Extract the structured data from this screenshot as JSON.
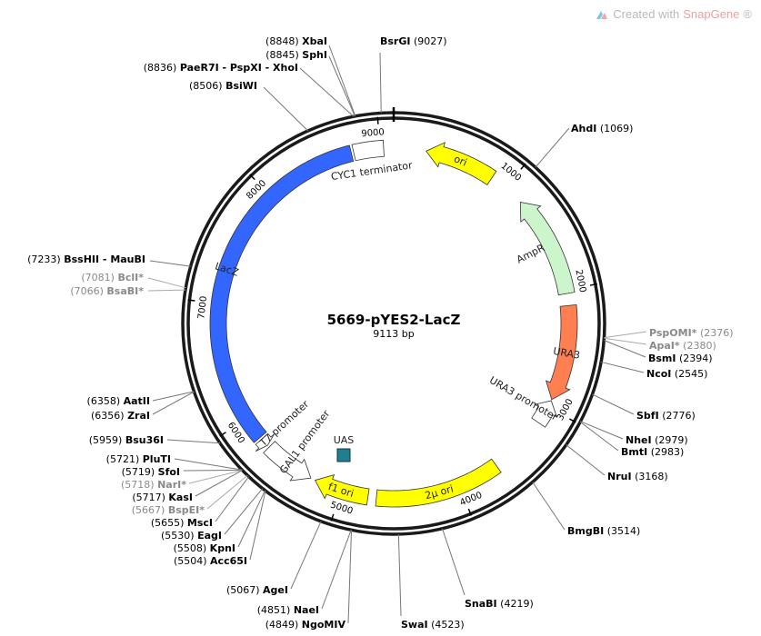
{
  "watermark": {
    "text": "Created with ",
    "brand": "SnapGene",
    "mark": "®"
  },
  "plasmid": {
    "name": "5669-pYES2-LacZ",
    "length_label": "9113 bp",
    "length_bp": 9113
  },
  "ticks": [
    {
      "bp": 1000,
      "label": "1000"
    },
    {
      "bp": 2000,
      "label": "2000"
    },
    {
      "bp": 3000,
      "label": "3000"
    },
    {
      "bp": 4000,
      "label": "4000"
    },
    {
      "bp": 5000,
      "label": "5000"
    },
    {
      "bp": 6000,
      "label": "6000"
    },
    {
      "bp": 7000,
      "label": "7000"
    },
    {
      "bp": 8000,
      "label": "8000"
    },
    {
      "bp": 9000,
      "label": "9000"
    }
  ],
  "features": [
    {
      "name": "ori",
      "start": 270,
      "end": 860,
      "dir": -1,
      "color": "#ffff00",
      "label_inside": true
    },
    {
      "name": "AmpR",
      "start": 1170,
      "end": 2030,
      "dir": -1,
      "color": "#ccf5cc",
      "label_inside": false
    },
    {
      "name": "URA3",
      "start": 2130,
      "end": 2930,
      "dir": 1,
      "color": "#ff7f50",
      "label_inside": true
    },
    {
      "name": "URA3 promoter",
      "start": 2940,
      "end": 3150,
      "dir": -1,
      "color": "#ffffff",
      "label_inside": false
    },
    {
      "name": "2μ ori",
      "start": 3650,
      "end": 4700,
      "dir": 0,
      "color": "#ffff00",
      "label_inside": true
    },
    {
      "name": "f1 ori",
      "start": 4770,
      "end": 5230,
      "dir": 1,
      "color": "#ffff00",
      "label_inside": true
    },
    {
      "name": "GAL1 promoter",
      "start": 5270,
      "end": 5700,
      "dir": -1,
      "color": "#ffffff",
      "label_inside": false
    },
    {
      "name": "T7 promoter",
      "start": 5720,
      "end": 5790,
      "dir": -1,
      "color": "#ffffff",
      "label_inside": false
    },
    {
      "name": "LacZ",
      "start": 5810,
      "end": 8760,
      "dir": 0,
      "color": "#3366ff",
      "label_inside": true
    },
    {
      "name": "CYC1 terminator",
      "start": 8780,
      "end": 9030,
      "dir": 0,
      "color": "#ffffff",
      "label_inside": false
    }
  ],
  "uas": {
    "name": "UAS",
    "color": "#1f7f8f"
  },
  "sites": [
    {
      "name": "BsrGI",
      "pos": "9027"
    },
    {
      "name": "XbaI",
      "pos": "8848"
    },
    {
      "name": "SphI",
      "pos": "8845"
    },
    {
      "name": "PaeR7I - PspXI - XhoI",
      "pos": "8836"
    },
    {
      "name": "BsiWI",
      "pos": "8506"
    },
    {
      "name": "BssHII - MauBI",
      "pos": "7233"
    },
    {
      "name": "BclI*",
      "pos": "7081"
    },
    {
      "name": "BsaBI*",
      "pos": "7066"
    },
    {
      "name": "AatII",
      "pos": "6358"
    },
    {
      "name": "ZraI",
      "pos": "6356"
    },
    {
      "name": "Bsu36I",
      "pos": "5959"
    },
    {
      "name": "PluTI",
      "pos": "5721"
    },
    {
      "name": "SfoI",
      "pos": "5719"
    },
    {
      "name": "NarI*",
      "pos": "5718"
    },
    {
      "name": "KasI",
      "pos": "5717"
    },
    {
      "name": "BspEI*",
      "pos": "5667"
    },
    {
      "name": "MscI",
      "pos": "5655"
    },
    {
      "name": "EagI",
      "pos": "5530"
    },
    {
      "name": "KpnI",
      "pos": "5508"
    },
    {
      "name": "Acc65I",
      "pos": "5504"
    },
    {
      "name": "AgeI",
      "pos": "5067"
    },
    {
      "name": "NaeI",
      "pos": "4851"
    },
    {
      "name": "NgoMIV",
      "pos": "4849"
    },
    {
      "name": "SwaI",
      "pos": "4523"
    },
    {
      "name": "SnaBI",
      "pos": "4219"
    },
    {
      "name": "BmgBI",
      "pos": "3514"
    },
    {
      "name": "NruI",
      "pos": "3168"
    },
    {
      "name": "BmtI",
      "pos": "2983"
    },
    {
      "name": "NheI",
      "pos": "2979"
    },
    {
      "name": "SbfI",
      "pos": "2776"
    },
    {
      "name": "NcoI",
      "pos": "2545"
    },
    {
      "name": "BsmI",
      "pos": "2394"
    },
    {
      "name": "ApaI*",
      "pos": "2380"
    },
    {
      "name": "PspOMI*",
      "pos": "2376"
    },
    {
      "name": "AhdI",
      "pos": "1069"
    }
  ]
}
